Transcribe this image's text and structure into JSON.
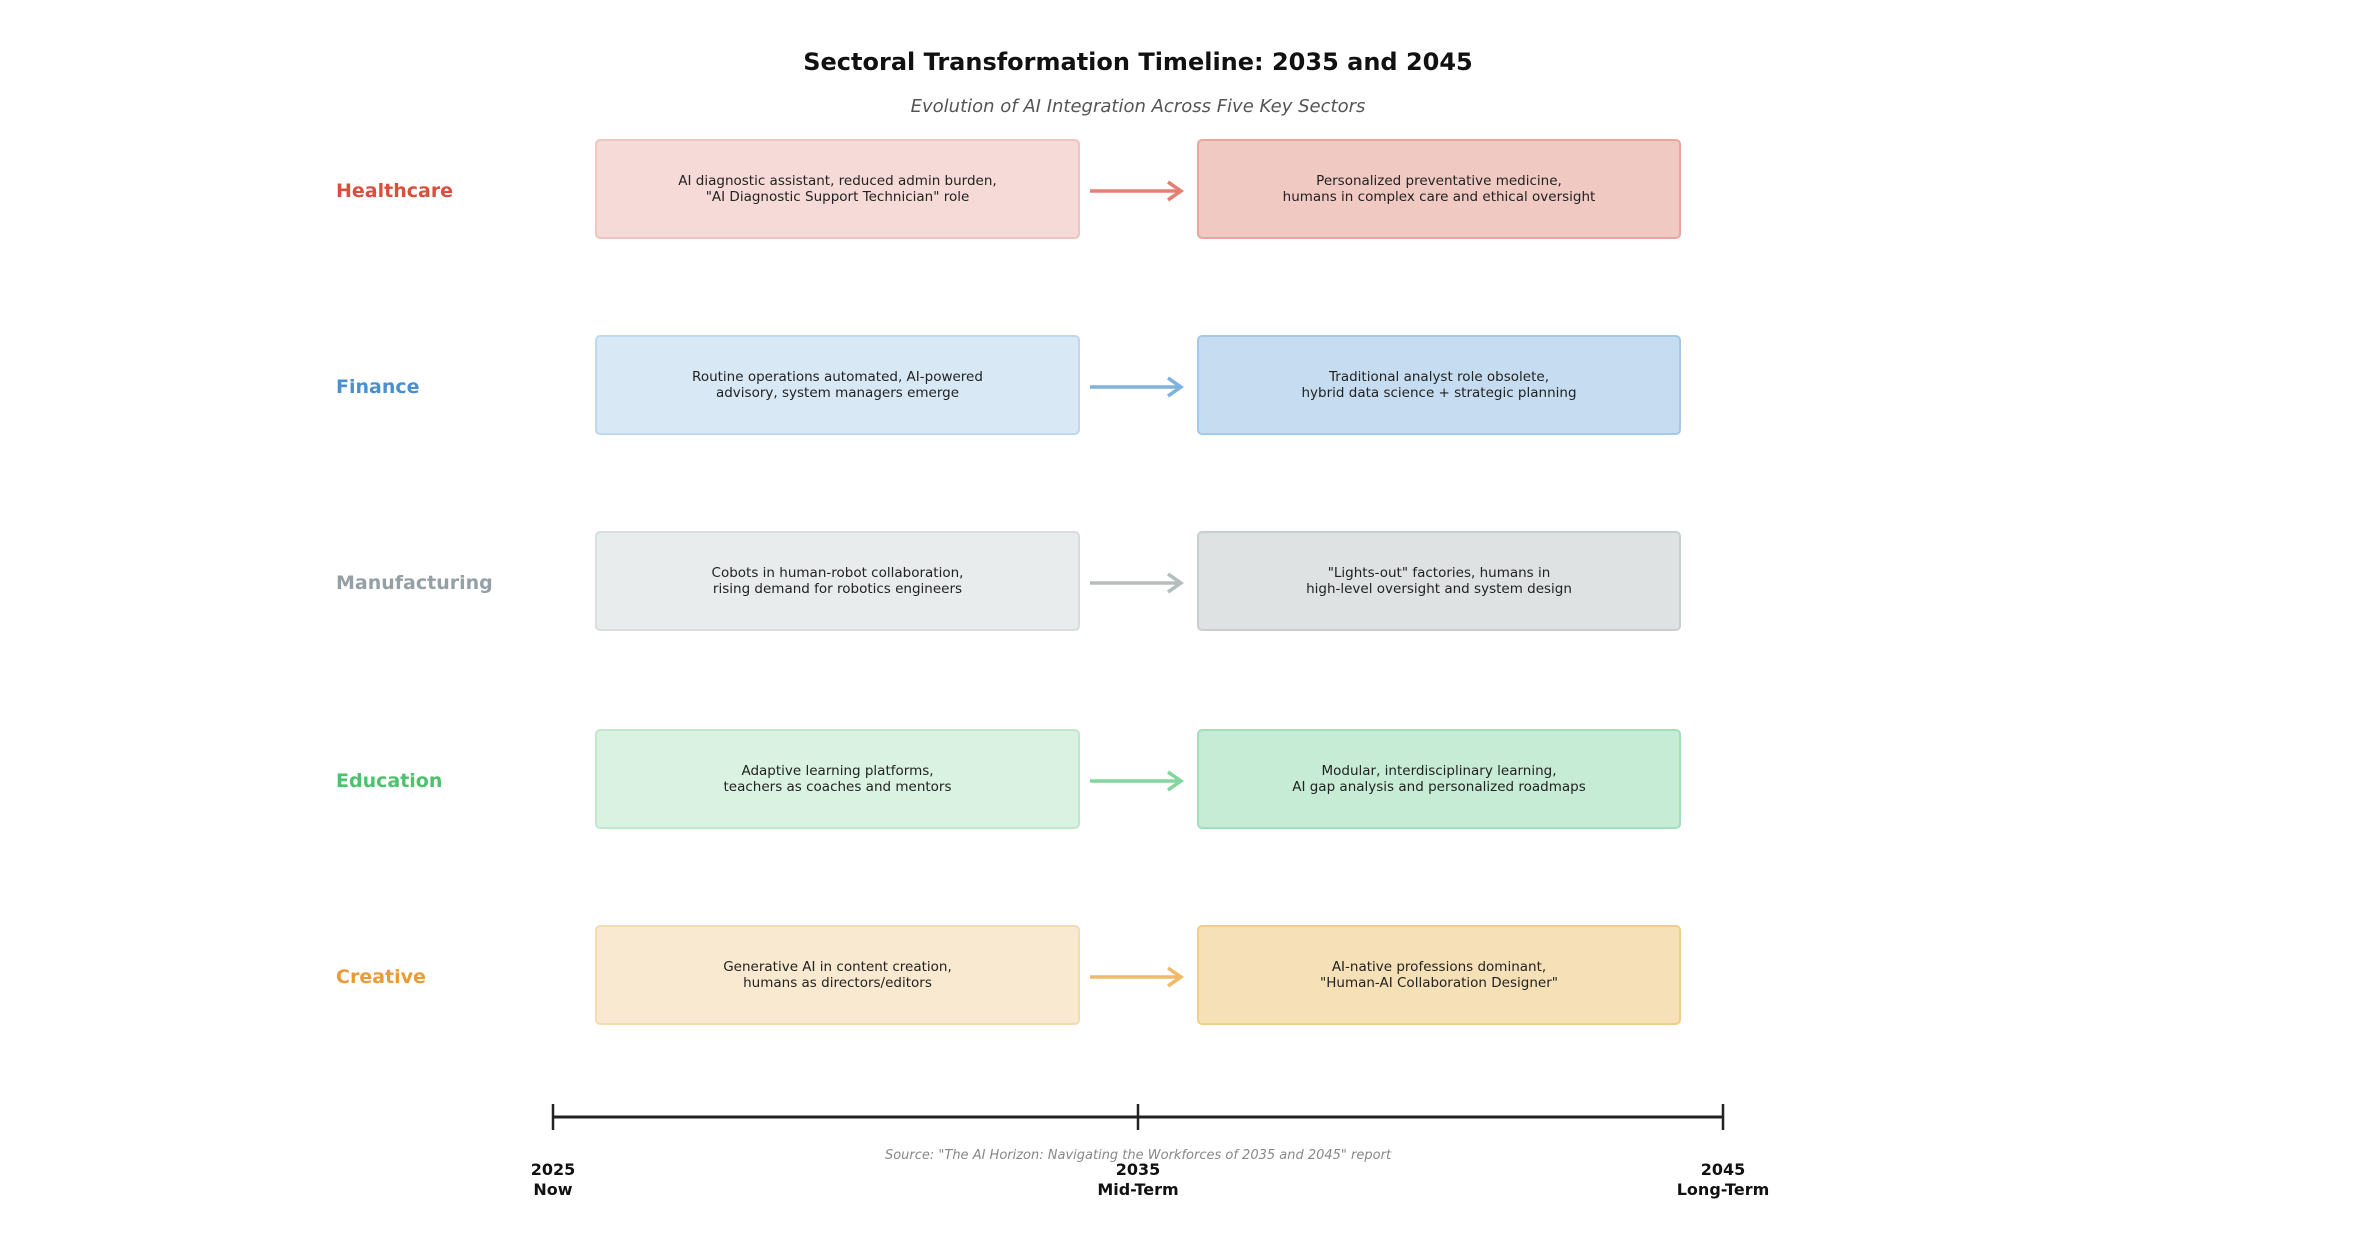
{
  "title": "Sectoral Transformation Timeline: 2035 and 2045",
  "subtitle": "Evolution of AI Integration Across Five Key Sectors",
  "sectors": [
    {
      "name": "Healthcare",
      "color": "#d94f3d",
      "now_bg": "#f5dad7",
      "now_border": "#f0c4bf",
      "later_bg": "#f0c9c3",
      "later_border": "#e6a79f",
      "arrow": "#e38072",
      "y2035": "AI diagnostic assistant, reduced admin burden,\n\"AI Diagnostic Support Technician\" role",
      "y2045": "Personalized preventative medicine,\nhumans in complex care and ethical oversight"
    },
    {
      "name": "Finance",
      "color": "#4a90d0",
      "now_bg": "#d9e8f5",
      "now_border": "#bfd8ef",
      "later_bg": "#c6ddf1",
      "later_border": "#a3c8ea",
      "arrow": "#7fb2de",
      "y2035": "Routine operations automated, AI-powered\nadvisory, system managers emerge",
      "y2045": "Traditional analyst role obsolete,\nhybrid data science + strategic planning"
    },
    {
      "name": "Manufacturing",
      "color": "#95a0a6",
      "now_bg": "#e8ecec",
      "now_border": "#d8dede",
      "later_bg": "#dee2e3",
      "later_border": "#c8cfd0",
      "arrow": "#b5bdbf",
      "y2035": "Cobots in human-robot collaboration,\nrising demand for robotics engineers",
      "y2045": "\"Lights-out\" factories, humans in\nhigh-level oversight and system design"
    },
    {
      "name": "Education",
      "color": "#4cc26c",
      "now_bg": "#daf2e1",
      "now_border": "#c0e9cc",
      "later_bg": "#c6ecd6",
      "later_border": "#a4dfba",
      "arrow": "#82d69e",
      "y2035": "Adaptive learning platforms,\nteachers as coaches and mentors",
      "y2045": "Modular, interdisciplinary learning,\nAI gap analysis and personalized roadmaps"
    },
    {
      "name": "Creative",
      "color": "#ea9b35",
      "now_bg": "#f8e9d0",
      "now_border": "#f3dbb2",
      "later_bg": "#f6e0b8",
      "later_border": "#efcc8f",
      "arrow": "#efbb6a",
      "y2035": "Generative AI in content creation,\nhumans as directors/editors",
      "y2045": "AI-native professions dominant,\n\"Human-AI Collaboration Designer\""
    }
  ],
  "timeline": [
    {
      "year": "2025",
      "label": "Now"
    },
    {
      "year": "2035",
      "label": "Mid-Term"
    },
    {
      "year": "2045",
      "label": "Long-Term"
    }
  ],
  "source": "Source: \"The AI Horizon: Navigating the Workforces of 2035 and 2045\" report"
}
